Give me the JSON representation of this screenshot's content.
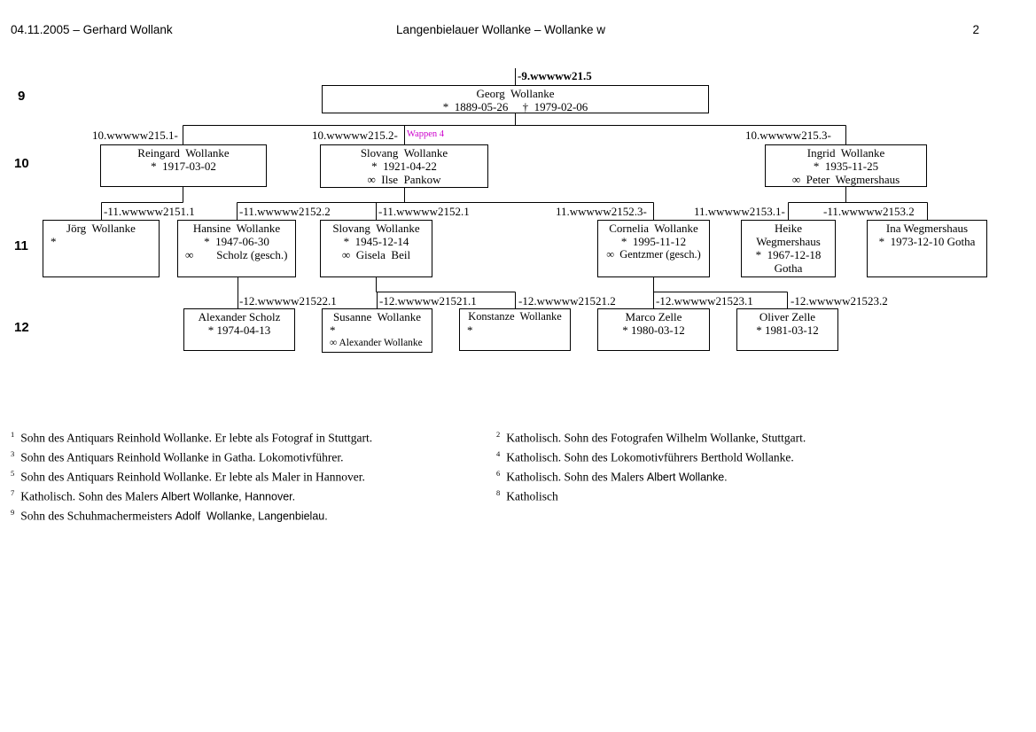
{
  "header": {
    "left": "04.11.2005 – Gerhard Wollank",
    "title": "Langenbielauer Wollanke – Wollanke w",
    "page": "2"
  },
  "generation_labels": {
    "g9": "9",
    "g10": "10",
    "g11": "11",
    "g12": "12"
  },
  "colors": {
    "wappen_note": "#cc00cc",
    "line": "#000000"
  },
  "tree_labels": {
    "root": "-9.wwwww21.5",
    "n215_1": "10.wwwww215.1-",
    "n215_2": "10.wwwww215.2-",
    "wappen": "Wappen 4",
    "n215_3": "10.wwwww215.3-",
    "n2151_1": "-11.wwwww2151.1",
    "n2152_2": "-11.wwwww2152.2",
    "n2152_1": "-11.wwwww2152.1",
    "n2152_3": "11.wwwww2152.3-",
    "n2153_1": "11.wwwww2153.1-",
    "n2153_2": "-11.wwwww2153.2",
    "n21522_1": "-12.wwwww21522.1",
    "n21521_1": "-12.wwwww21521.1",
    "n21521_2": "-12.wwwww21521.2",
    "n21523_1": "-12.wwwww21523.1",
    "n21523_2": "-12.wwwww21523.2"
  },
  "persons": {
    "georg": {
      "l1": "Georg  Wollanke",
      "l2": "*  1889-05-26     †  1979-02-06"
    },
    "reingard": {
      "l1": "Reingard  Wollanke",
      "l2": "*  1917-03-02"
    },
    "slovang10": {
      "l1": "Slovang  Wollanke",
      "l2": "*  1921-04-22",
      "l3": "∞  Ilse  Pankow"
    },
    "ingrid": {
      "l1": "Ingrid  Wollanke",
      "l2": "*  1935-11-25",
      "l3": "∞  Peter  Wegmershaus"
    },
    "joerg": {
      "l1": "Jörg  Wollanke",
      "l2": "*"
    },
    "hansine": {
      "l1": "Hansine  Wollanke",
      "l2": "*  1947-06-30",
      "l3": "∞        Scholz (gesch.)"
    },
    "slovang11": {
      "l1": "Slovang  Wollanke",
      "l2": "*  1945-12-14",
      "l3": "∞  Gisela  Beil"
    },
    "cornelia": {
      "l1": "Cornelia  Wollanke",
      "l2": "*  1995-11-12",
      "l3": "∞  Gentzmer (gesch.)"
    },
    "heike": {
      "l1": "Heike",
      "l2": "Wegmershaus",
      "l3": "*  1967-12-18",
      "l4": "Gotha"
    },
    "ina": {
      "l1": "Ina Wegmershaus",
      "l2": "*  1973-12-10 Gotha"
    },
    "alexander": {
      "l1": "Alexander Scholz",
      "l2": "* 1974-04-13"
    },
    "susanne": {
      "l1": "Susanne  Wollanke",
      "l2": "*",
      "l3": "∞ Alexander Wollanke"
    },
    "konstanze": {
      "l1": "Konstanze  Wollanke",
      "l2": "*"
    },
    "marco": {
      "l1": "Marco Zelle",
      "l2": "* 1980-03-12"
    },
    "oliver": {
      "l1": "Oliver Zelle",
      "l2": "* 1981-03-12"
    }
  },
  "footnotes": {
    "left": [
      {
        "n": "1",
        "text": "Sohn des Antiquars Reinhold Wollanke. Er lebte als Fotograf in Stuttgart.",
        "alt": ""
      },
      {
        "n": "3",
        "text": "Sohn des Antiquars Reinhold Wollanke in Gatha. Lokomotivführer.",
        "alt": ""
      },
      {
        "n": "5",
        "text": "Sohn des Antiquars Reinhold Wollanke. Er lebte als Maler in Hannover.",
        "alt": ""
      },
      {
        "n": "7",
        "text": "Katholisch. Sohn des Malers ",
        "alt": "Albert Wollanke, Hannover."
      },
      {
        "n": "9",
        "text": "Sohn des Schuhmachermeisters ",
        "alt": "Adolf  Wollanke, Langenbielau."
      }
    ],
    "right": [
      {
        "n": "2",
        "text": "Katholisch. Sohn des Fotografen Wilhelm Wollanke, Stuttgart.",
        "alt": ""
      },
      {
        "n": "4",
        "text": "Katholisch. Sohn des Lokomotivführers Berthold Wollanke.",
        "alt": ""
      },
      {
        "n": "6",
        "text": "Katholisch. Sohn des Malers ",
        "alt": "Albert Wollanke."
      },
      {
        "n": "8",
        "text": "Katholisch",
        "alt": ""
      }
    ]
  }
}
